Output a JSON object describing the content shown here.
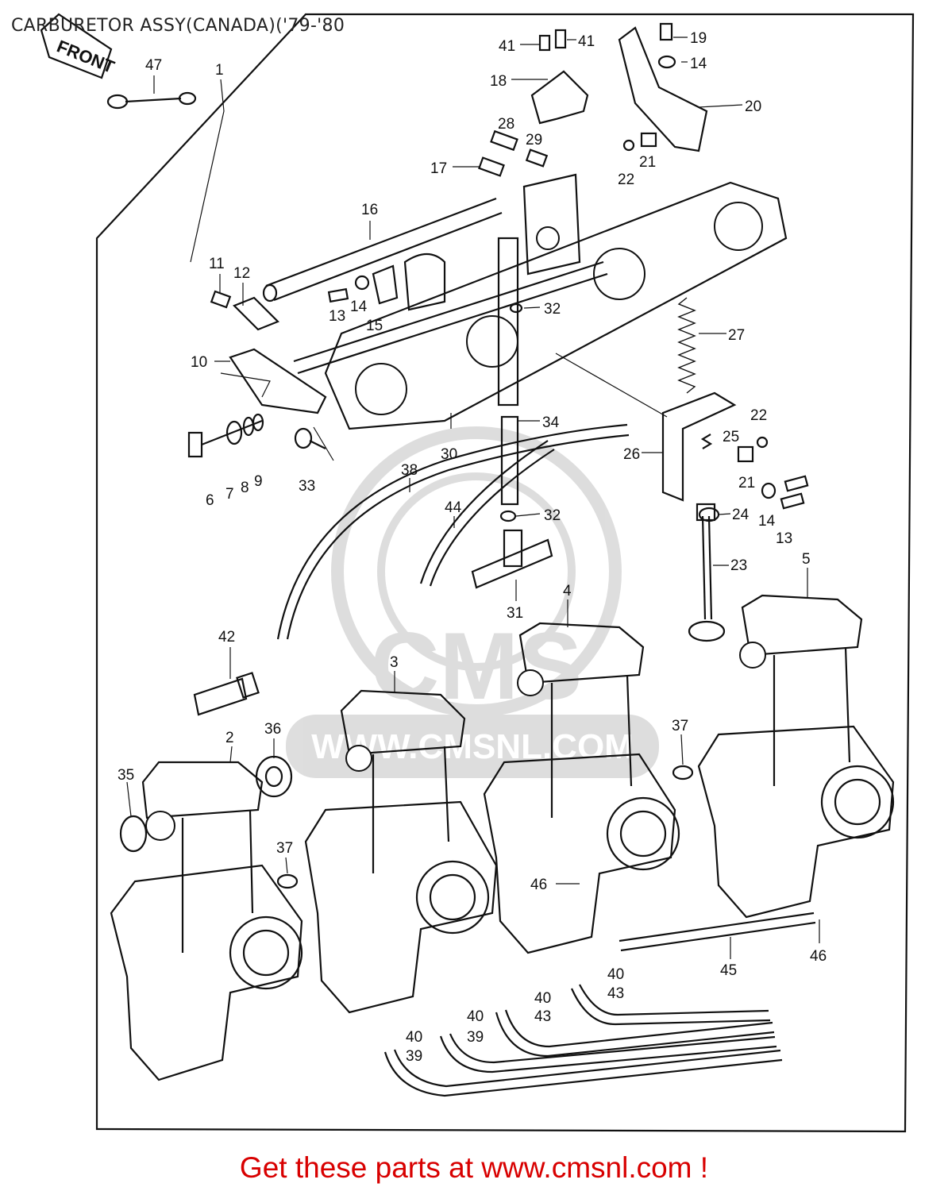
{
  "title": "CARBURETOR ASSY(CANADA)('79-'80",
  "front_tag": "FRONT",
  "footer": "Get these parts at www.cmsnl.com !",
  "watermark": {
    "logo_text": "CMS",
    "url_text": "WWW.CMSNL.COM"
  },
  "callouts": [
    {
      "num": "1"
    },
    {
      "num": "2"
    },
    {
      "num": "3"
    },
    {
      "num": "4"
    },
    {
      "num": "5"
    },
    {
      "num": "6"
    },
    {
      "num": "7"
    },
    {
      "num": "8"
    },
    {
      "num": "9"
    },
    {
      "num": "10"
    },
    {
      "num": "11"
    },
    {
      "num": "12"
    },
    {
      "num": "13"
    },
    {
      "num": "14"
    },
    {
      "num": "15"
    },
    {
      "num": "16"
    },
    {
      "num": "17"
    },
    {
      "num": "18"
    },
    {
      "num": "19"
    },
    {
      "num": "14"
    },
    {
      "num": "20"
    },
    {
      "num": "21"
    },
    {
      "num": "22"
    },
    {
      "num": "28"
    },
    {
      "num": "29"
    },
    {
      "num": "41"
    },
    {
      "num": "41"
    },
    {
      "num": "47"
    },
    {
      "num": "27"
    },
    {
      "num": "32"
    },
    {
      "num": "34"
    },
    {
      "num": "30"
    },
    {
      "num": "33"
    },
    {
      "num": "38"
    },
    {
      "num": "44"
    },
    {
      "num": "32"
    },
    {
      "num": "31"
    },
    {
      "num": "26"
    },
    {
      "num": "25"
    },
    {
      "num": "22"
    },
    {
      "num": "21"
    },
    {
      "num": "24"
    },
    {
      "num": "14"
    },
    {
      "num": "13"
    },
    {
      "num": "23"
    },
    {
      "num": "42"
    },
    {
      "num": "36"
    },
    {
      "num": "35"
    },
    {
      "num": "37"
    },
    {
      "num": "37"
    },
    {
      "num": "46"
    },
    {
      "num": "46"
    },
    {
      "num": "45"
    },
    {
      "num": "40"
    },
    {
      "num": "43"
    },
    {
      "num": "40"
    },
    {
      "num": "40"
    },
    {
      "num": "43"
    },
    {
      "num": "40"
    },
    {
      "num": "39"
    },
    {
      "num": "39"
    }
  ]
}
